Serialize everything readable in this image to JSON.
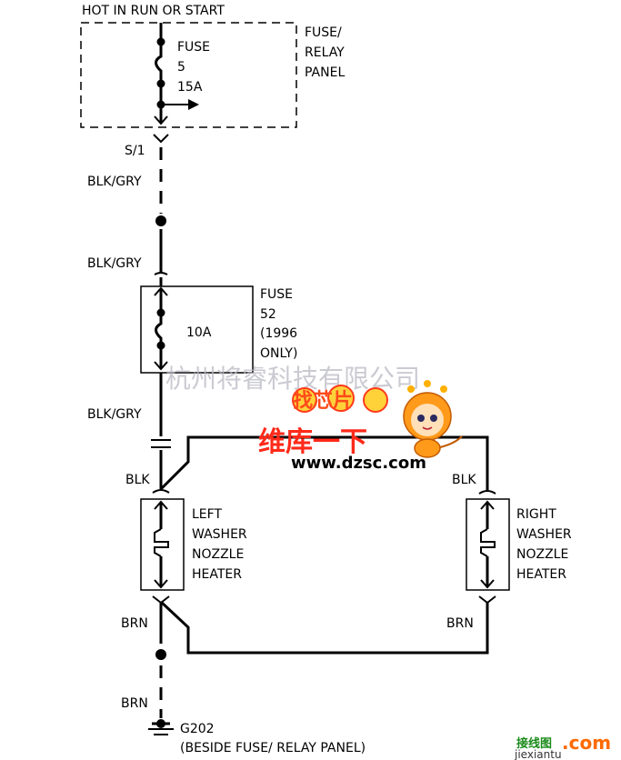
{
  "header": {
    "supply_label": "HOT IN RUN OR START"
  },
  "fuse_relay_panel": {
    "line1": "FUSE/",
    "line2": "RELAY",
    "line3": "PANEL"
  },
  "fuse5": {
    "line1": "FUSE",
    "line2": "5",
    "line3": "15A"
  },
  "connector_s1": "S/1",
  "wires": {
    "w1": "BLK/GRY",
    "w2": "BLK/GRY",
    "w3": "BLK/GRY",
    "blk_left": "BLK",
    "blk_right": "BLK",
    "brn_left": "BRN",
    "brn_right": "BRN",
    "brn_ground": "BRN"
  },
  "fuse52": {
    "rating": "10A",
    "line1": "FUSE",
    "line2": "52",
    "line3": "(1996",
    "line4": "ONLY)"
  },
  "left_heater": {
    "line1": "LEFT",
    "line2": "WASHER",
    "line3": "NOZZLE",
    "line4": "HEATER"
  },
  "right_heater": {
    "line1": "RIGHT",
    "line2": "WASHER",
    "line3": "NOZZLE",
    "line4": "HEATER"
  },
  "ground": {
    "name": "G202",
    "location": "(BESIDE FUSE/ RELAY PANEL)"
  },
  "watermarks": {
    "company": "杭州将睿科技有限公司",
    "logo_top": "找芯片",
    "logo_main": "维库一下",
    "url": "www.dzsc.com",
    "corner_cn": "接线图",
    "corner_com": ".com",
    "corner_url": "jiexiantu"
  },
  "colors": {
    "line": "#000000",
    "background": "#ffffff",
    "watermark_red": "#ff2a1a"
  }
}
